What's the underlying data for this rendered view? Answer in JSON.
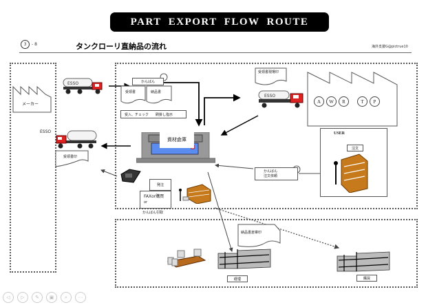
{
  "header": {
    "title": "PART EXPORT FLOW ROUTE",
    "subtitle": "タンクローリ直納品の流れ",
    "page_circle": "3",
    "page_suffix": "- 8",
    "author": "海外支援G@pictrue10"
  },
  "maker": {
    "label": "メーカー"
  },
  "trucks": {
    "brand": "ESSO",
    "left_label": "ESSO"
  },
  "documents": {
    "kanban": "かんばん",
    "receipt": "受領書",
    "delivery_note": "納品書",
    "instructions": "受入、チェック　　刷掛し指示",
    "receipt_stamp_site": "受領書現場印",
    "receipt_stamp": "受領書印",
    "delivery_stamp_warehouse": "納品書倉庫印"
  },
  "warehouse": {
    "label": "資材倉庫"
  },
  "plant": {
    "lines": [
      "A",
      "W",
      "R",
      "T",
      "P"
    ]
  },
  "user": {
    "title": "USER",
    "order": "注文"
  },
  "kanban_order": {
    "label": "かんばん注文依頼"
  },
  "ordering": {
    "order_label": "発注",
    "method": "FAXor購買",
    "or": "or",
    "kanban_pull": "かんばん引取"
  },
  "bottom": {
    "accounting": "経理",
    "purchasing": "購買"
  },
  "nav": {
    "icons": [
      "prev-icon",
      "next-icon",
      "pen-icon",
      "slides-icon",
      "zoom-icon",
      "more-icon"
    ],
    "glyphs": [
      "◁",
      "▷",
      "✎",
      "▣",
      "⌕",
      "⋯"
    ]
  }
}
